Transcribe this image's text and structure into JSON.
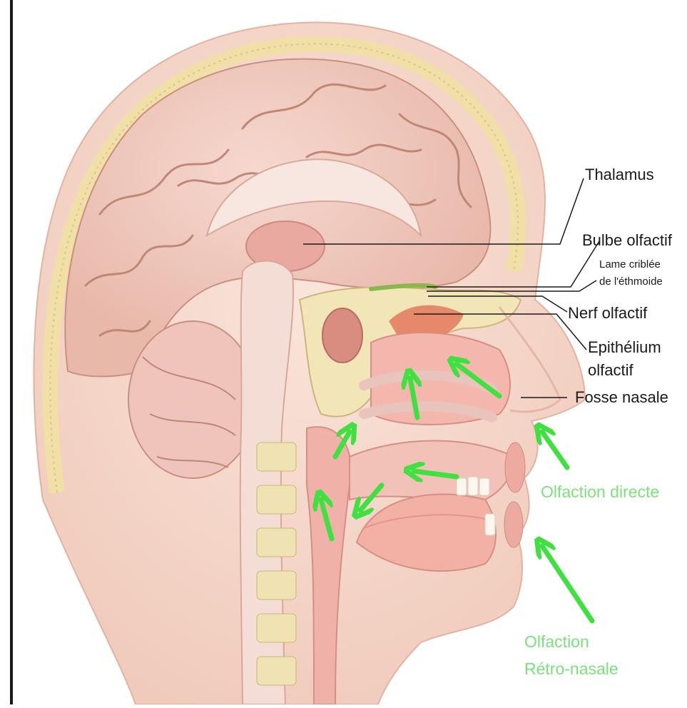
{
  "labels": {
    "thalamus": "Thalamus",
    "bulbe": "Bulbe olfactif",
    "lame_line1": "Lame criblée",
    "lame_line2": "de l'éthmoide",
    "nerf": "Nerf olfactif",
    "epithelium_line1": "Epithélium",
    "epithelium_line2": "olfactif",
    "fosse": "Fosse nasale",
    "olf_directe": "Olfaction directe",
    "olf_retro_line1": "Olfaction",
    "olf_retro_line2": "Rétro-nasale"
  },
  "colors": {
    "skin": "#f3d3c6",
    "brain": "#efc7bb",
    "bone": "#f2e6b8",
    "mucosa": "#eaa6a0",
    "arrow_green": "#3fe03f",
    "label_green": "#7be27b"
  }
}
